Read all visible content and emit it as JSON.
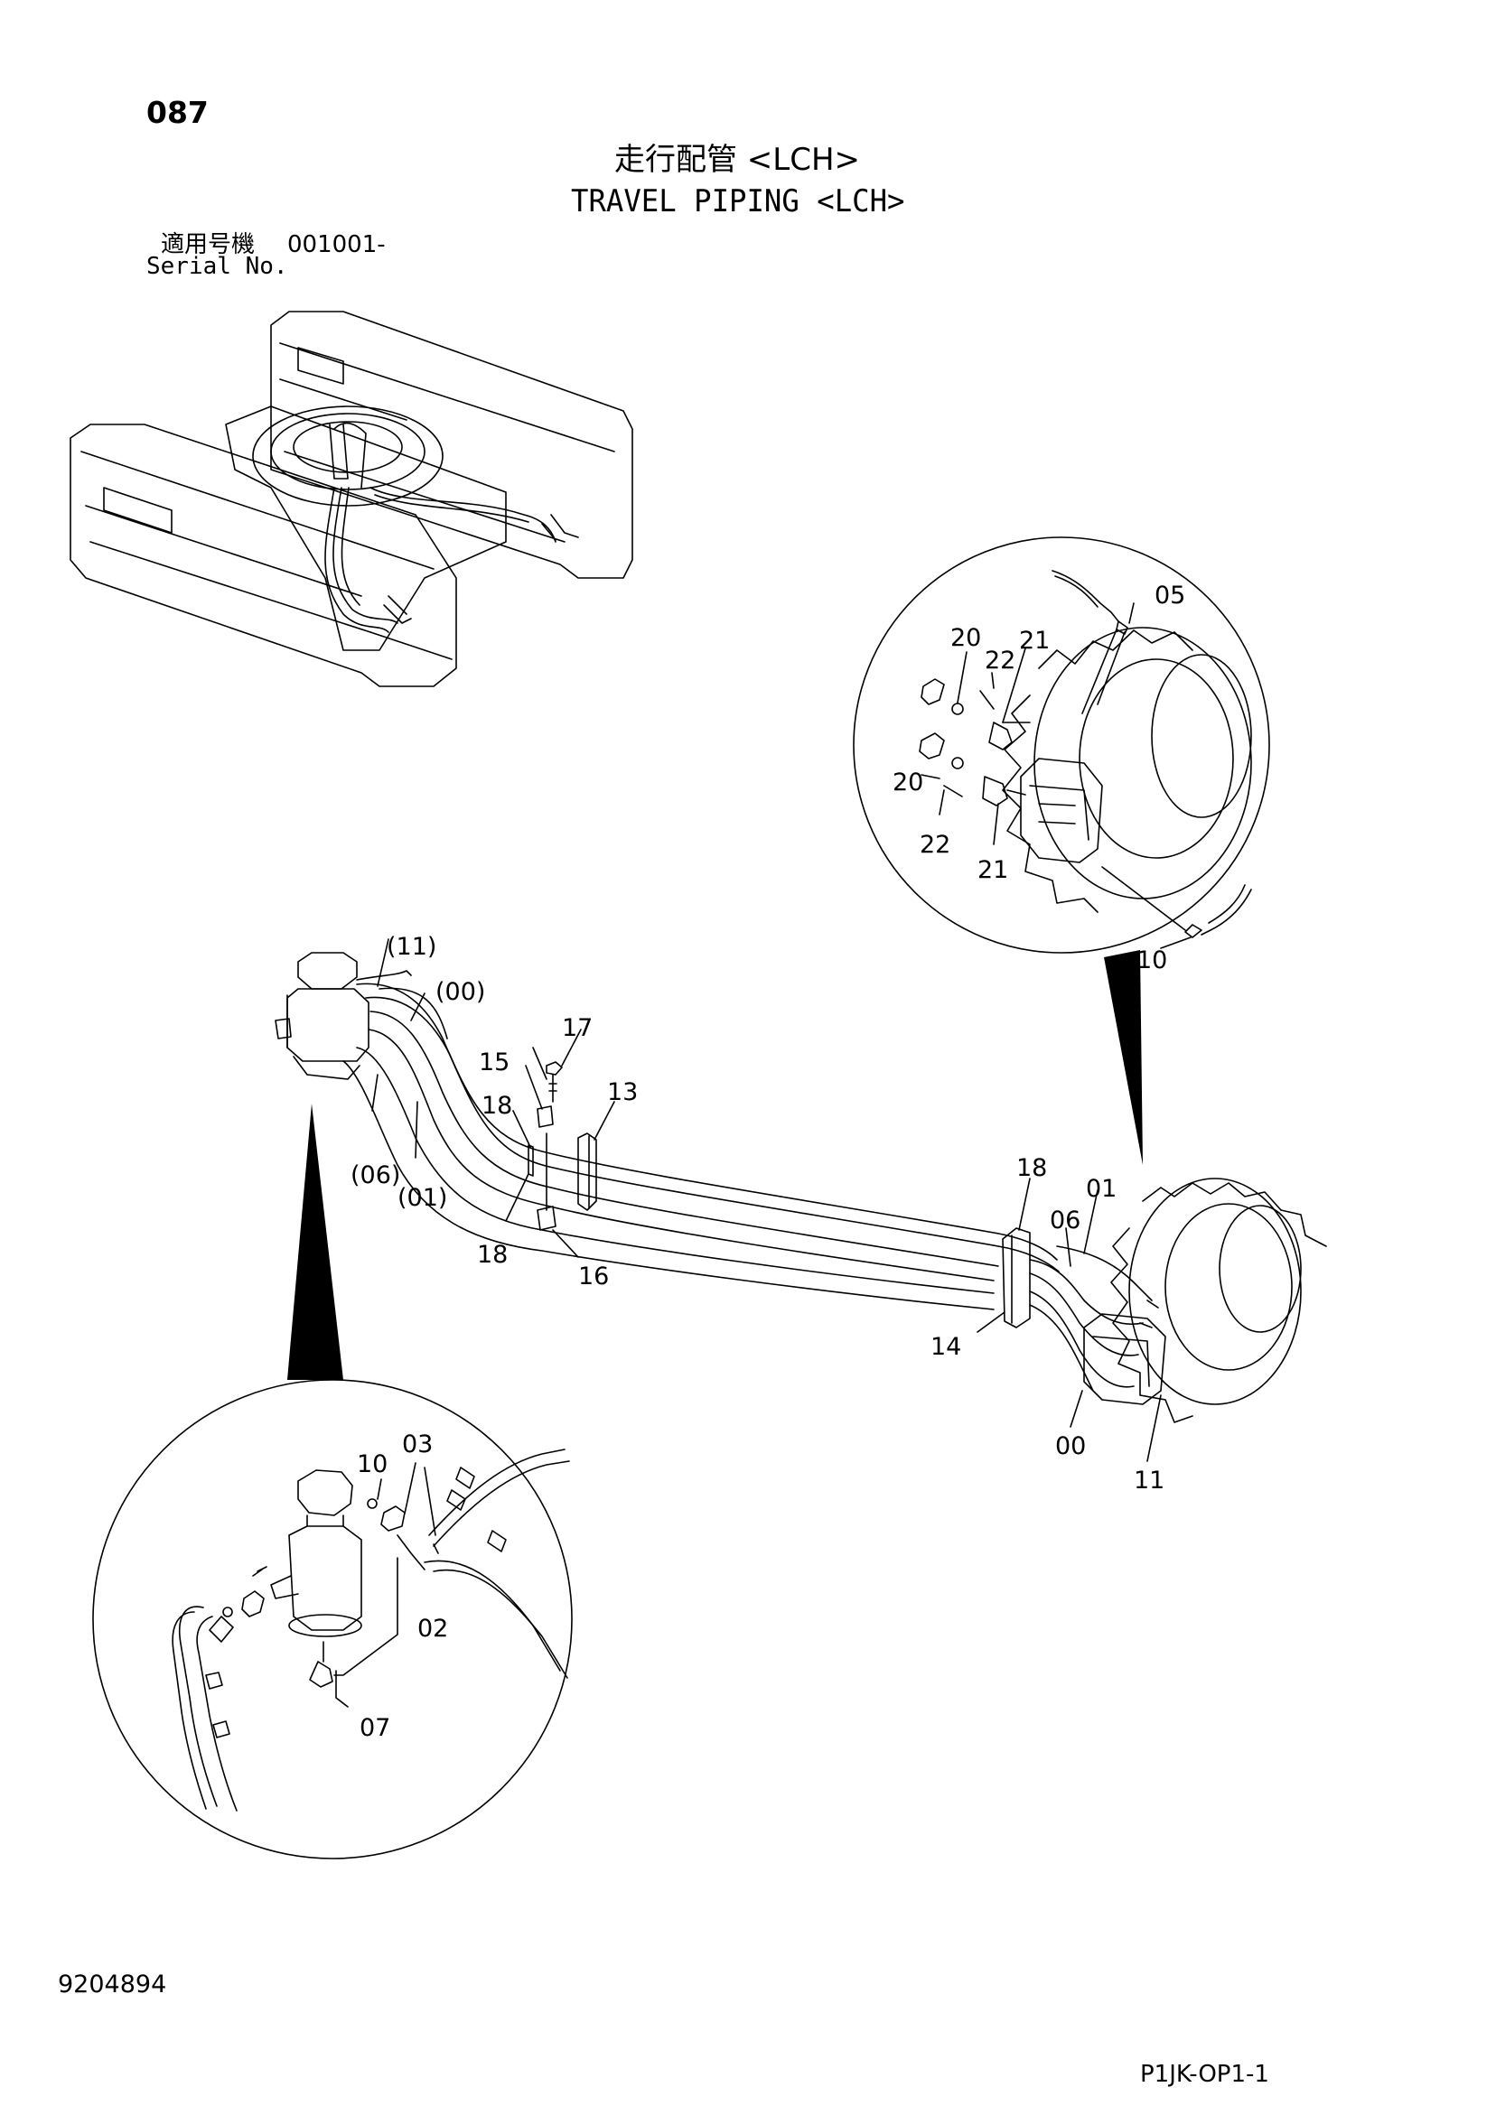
{
  "header": {
    "page_number": "087",
    "title_jp": "走行配管 <LCH>",
    "title_en": "TRAVEL PIPING <LCH>",
    "serial_label_jp": "適用号機",
    "serial_value": "001001-",
    "serial_label_en": "Serial No."
  },
  "footer": {
    "document_number": "9204894",
    "reference_code": "P1JK-OP1-1"
  },
  "callouts": {
    "main": {
      "p11": "(11)",
      "p00": "(00)",
      "p06": "(06)",
      "p01": "(01)",
      "c17": "17",
      "c15": "15",
      "c18a": "18",
      "c13": "13",
      "c18b": "18",
      "c16": "16",
      "c18c": "18",
      "c01": "01",
      "c06": "06",
      "c14": "14",
      "c00": "00",
      "c11": "11"
    },
    "motor_detail": {
      "c05": "05",
      "c20a": "20",
      "c22a": "22",
      "c21a": "21",
      "c20b": "20",
      "c22b": "22",
      "c21b": "21",
      "c10": "10"
    },
    "joint_detail": {
      "c10": "10",
      "c03": "03",
      "c02": "02",
      "c07": "07"
    }
  }
}
